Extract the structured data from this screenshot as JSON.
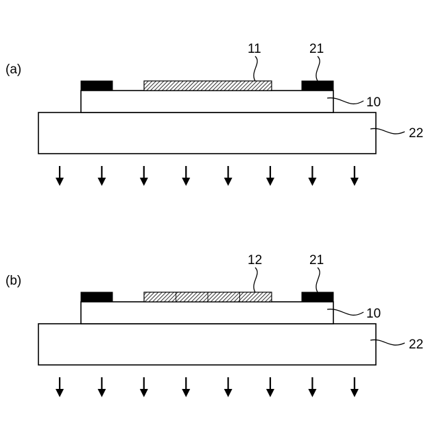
{
  "panels": [
    {
      "id": "a",
      "label": "(a)",
      "film_label": "11",
      "electrode_label": "21",
      "layer_label": "10",
      "substrate_label": "22",
      "film_segments": 1
    },
    {
      "id": "b",
      "label": "(b)",
      "film_label": "12",
      "electrode_label": "21",
      "layer_label": "10",
      "substrate_label": "22",
      "film_segments": 4
    }
  ],
  "arrow_count": 8,
  "colors": {
    "line": "#000000",
    "electrode": "#000000",
    "hatch_bg": "#ffffff"
  },
  "icons": {
    "arrow": "arrow-down-icon"
  }
}
